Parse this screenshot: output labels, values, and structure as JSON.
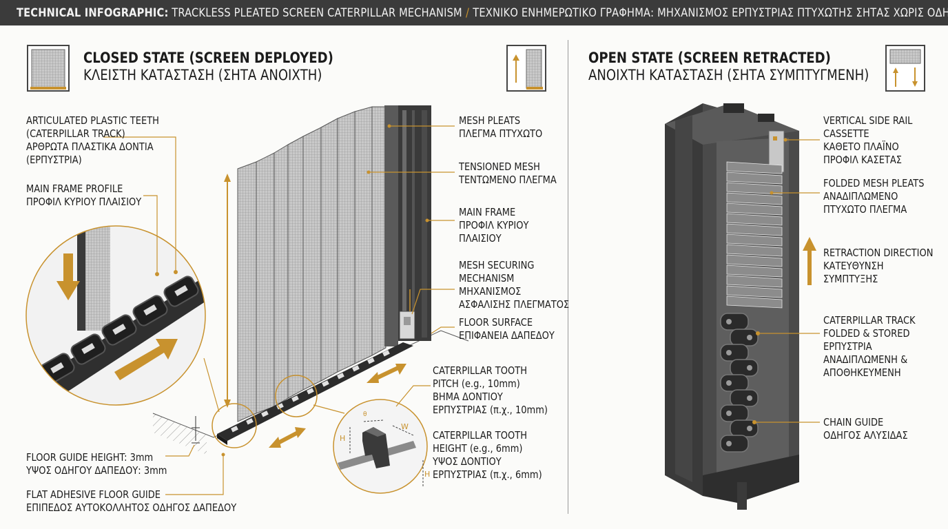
{
  "header": {
    "title_bold": "TECHNICAL INFOGRAPHIC:",
    "title_en": "TRACKLESS PLEATED SCREEN CATERPILLAR MECHANISM",
    "separator": "/",
    "title_gr": "ΤΕΧΝΙΚΟ ΕΝΗΜΕΡΩΤΙΚΟ ΓΡΑΦΗΜΑ: ΜΗΧΑΝΙΣΜΟΣ ΕΡΠΥΣΤΡΙΑΣ ΠΤΥΧΩΤΗΣ ΣΗΤΑΣ ΧΩΡΙΣ ΟΔΗΓΟ"
  },
  "closed": {
    "title_en": "CLOSED STATE (SCREEN DEPLOYED)",
    "title_gr": "ΚΛΕΙΣΤΗ ΚΑΤΑΣΤΑΣΗ (ΣΗΤΑ ΑΝΟΙΧΤΗ)"
  },
  "open": {
    "title_en": "OPEN STATE (SCREEN RETRACTED)",
    "title_gr": "ΑΝΟΙΧΤΗ ΚΑΤΑΣΤΑΣΗ (ΣΗΤΑ ΣΥΜΠΤΥΓΜΕΝΗ)"
  },
  "labels": {
    "teeth": [
      "ARTICULATED PLASTIC TEETH",
      "(CATERPILLAR TRACK)",
      "ΑΡΘΡΩΤΑ ΠΛΑΣΤΙΚΑ ΔΟΝΤΙΑ",
      "(ΕΡΠΥΣΤΡΙΑ)"
    ],
    "frame_profile": [
      "MAIN FRAME PROFILE",
      "ΠΡΟΦΙΛ ΚΥΡΙΟΥ ΠΛΑΙΣΙΟΥ"
    ],
    "floor_height": [
      "FLOOR GUIDE HEIGHT: 3mm",
      "ΥΨΟΣ ΟΔΗΓΟΥ ΔΑΠΕΔΟΥ: 3mm"
    ],
    "floor_guide": [
      "FLAT ADHESIVE FLOOR GUIDE",
      "ΕΠΙΠΕΔΟΣ ΑΥΤΟΚΟΛΛΗΤΟΣ ΟΔΗΓΟΣ ΔΑΠΕΔΟΥ"
    ],
    "mesh_pleats": [
      "MESH PLEATS",
      "ΠΛΕΓΜΑ ΠΤΥΧΩΤΟ"
    ],
    "tensioned": [
      "TENSIONED MESH",
      "ΤΕΝΤΩΜΕΝΟ ΠΛΕΓΜΑ"
    ],
    "main_frame": [
      "MAIN FRAME",
      "ΠΡΟΦΙΛ ΚΥΡΙΟΥ",
      "ΠΛΑΙΣΙΟΥ"
    ],
    "securing": [
      "MESH SECURING",
      "MECHANISM",
      "ΜΗΧΑΝΙΣΜΟΣ",
      "ΑΣΦΑΛΙΣΗΣ ΠΛΕΓΜΑΤΟΣ"
    ],
    "floor_surface": [
      "FLOOR SURFACE",
      "ΕΠΙΦΑΝΕΙΑ ΔΑΠΕΔΟΥ"
    ],
    "pitch": [
      "CATERPILLAR TOOTH",
      "PITCH (e.g., 10mm)",
      "ΒΗΜΑ ΔΟΝΤΙΟΥ",
      "ΕΡΠΥΣΤΡΙΑΣ (π.χ., 10mm)"
    ],
    "tooth_height": [
      "CATERPILLAR TOOTH",
      "HEIGHT (e.g., 6mm)",
      "ΥΨΟΣ ΔΟΝΤΙΟΥ",
      "ΕΡΠΥΣΤΡΙΑΣ (π.χ., 6mm)"
    ],
    "side_rail": [
      "VERTICAL SIDE RAIL",
      "CASSETTE",
      "ΚΑΘΕΤΟ ΠΛΑΪΝΟ",
      "ΠΡΟΦΙΛ ΚΑΣΕΤΑΣ"
    ],
    "folded": [
      "FOLDED MESH PLEATS",
      "ΑΝΑΔΙΠΛΩΜΕΝΟ",
      "ΠΤΥΧΩΤΟ ΠΛΕΓΜΑ"
    ],
    "retraction": [
      "RETRACTION DIRECTION",
      "ΚΑΤΕΥΘΥΝΣΗ",
      "ΣΥΜΠΤΥΞΗΣ"
    ],
    "track_stored": [
      "CATERPILLAR TRACK",
      "FOLDED & STORED",
      "ΕΡΠΥΣΤΡΙΑ",
      "ΑΝΑΔΙΠΛΩΜΕΝΗ &",
      "ΑΠΟΘΗΚΕΥΜΕΝΗ"
    ],
    "chain_guide": [
      "CHAIN GUIDE",
      "ΟΔΗΓΟΣ ΑΛΥΣΙΔΑΣ"
    ]
  },
  "dims": {
    "theta": "θ",
    "w": "W",
    "h": "H"
  },
  "colors": {
    "accent": "#c8922e",
    "dark": "#3b3b3b",
    "metal": "#4a4a4a"
  }
}
